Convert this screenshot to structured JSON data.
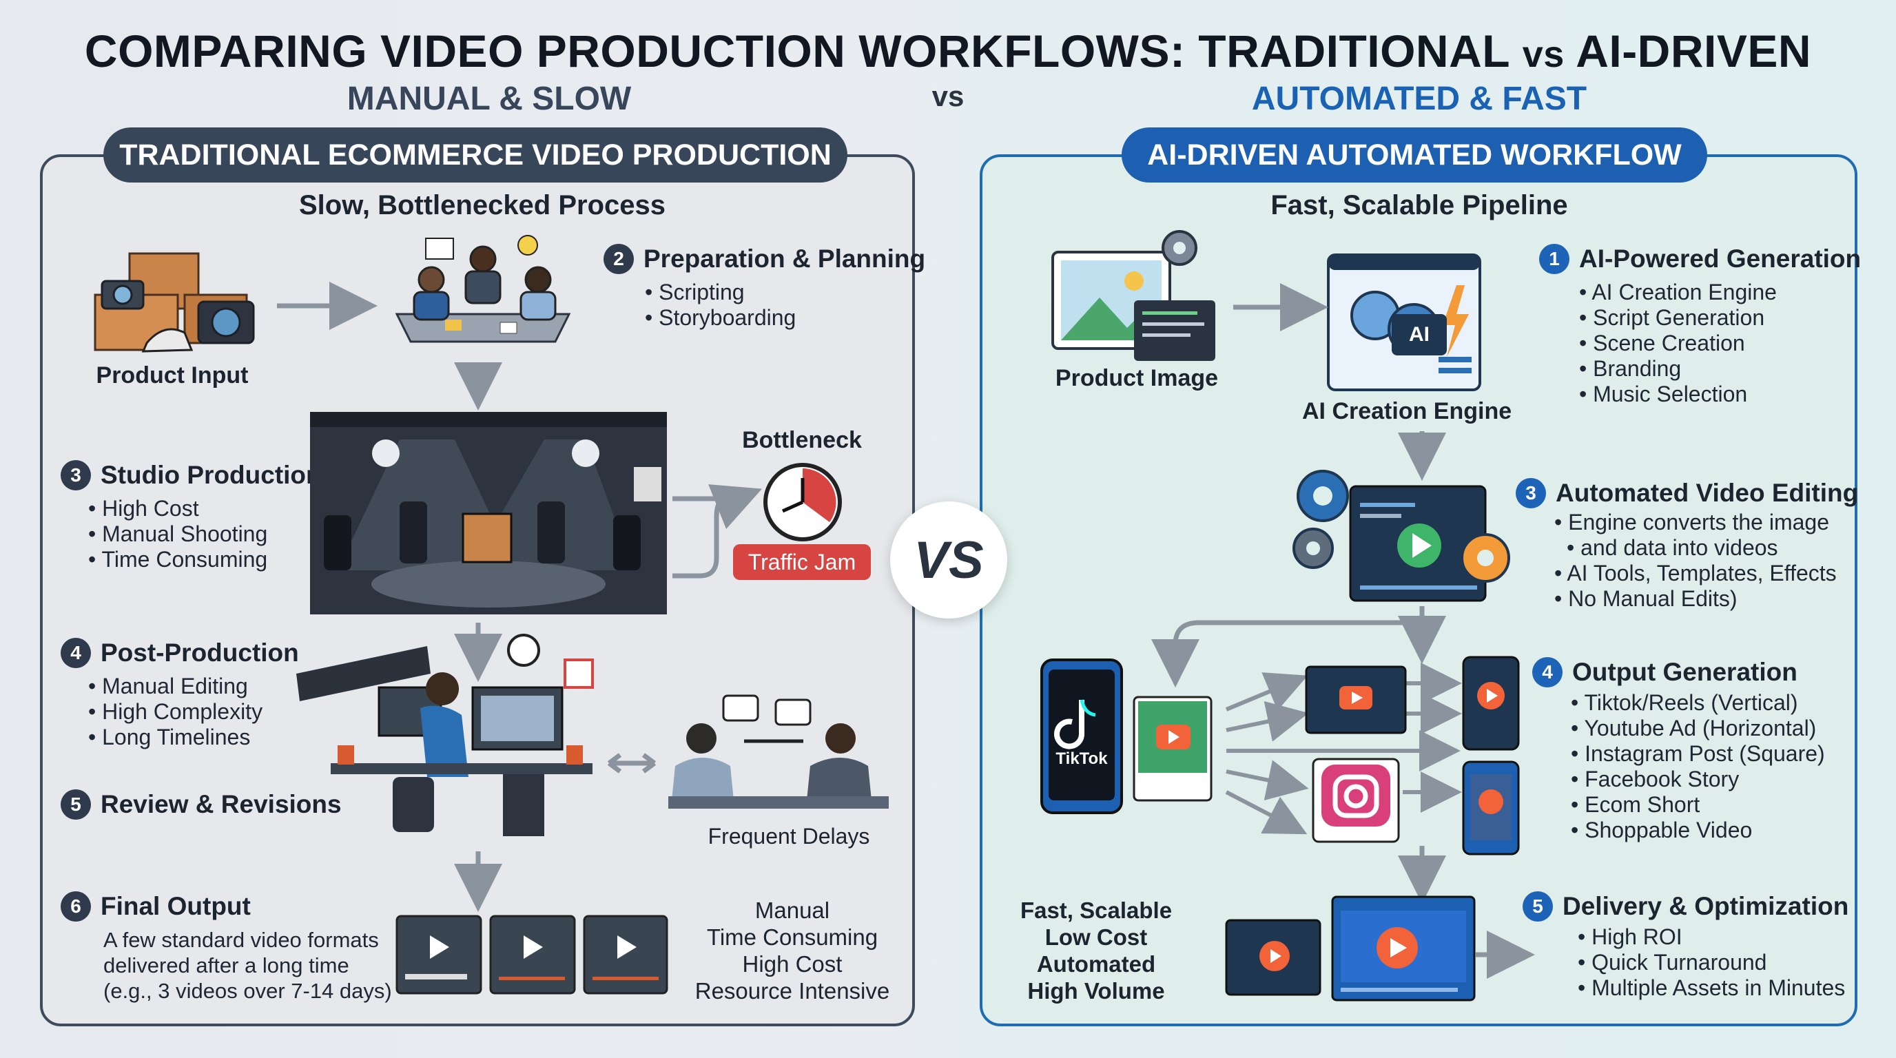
{
  "header": {
    "title_a": "COMPARING VIDEO PRODUCTION WORKFLOWS: TRADITIONAL",
    "title_vs": "vs",
    "title_b": "AI-DRIVEN",
    "left_subhead": "MANUAL & SLOW",
    "center_vs": "vs",
    "right_subhead": "AUTOMATED & FAST",
    "vs_badge": "VS"
  },
  "colors": {
    "left_accent": "#374659",
    "right_accent": "#1d5fb0",
    "bottleneck_red": "#d64541"
  },
  "traditional": {
    "pill": "TRADITIONAL ECOMMERCE VIDEO PRODUCTION",
    "subtitle": "Slow, Bottlenecked Process",
    "product_input": "Product Input",
    "step2": {
      "num": "2",
      "title": "Preparation & Planning",
      "bullets": [
        "Scripting",
        "Storyboarding"
      ]
    },
    "step3": {
      "num": "3",
      "title": "Studio Production",
      "bullets": [
        "High Cost",
        "Manual Shooting",
        "Time Consuming"
      ]
    },
    "bottleneck": "Bottleneck",
    "traffic_jam": "Traffic Jam",
    "step4": {
      "num": "4",
      "title": "Post-Production",
      "bullets": [
        "Manual Editing",
        "High Complexity",
        "Long Timelines"
      ]
    },
    "step5": {
      "num": "5",
      "title": "Review & Revisions"
    },
    "frequent_delays": "Frequent Delays",
    "step6": {
      "num": "6",
      "title": "Final Output",
      "lines": [
        "A few standard video formats",
        "delivered after a long time",
        "(e.g., 3 videos over 7-14 days)"
      ]
    },
    "summary": [
      "Manual",
      "Time Consuming",
      "High Cost",
      "Resource Intensive"
    ]
  },
  "ai": {
    "pill": "AI-DRIVEN AUTOMATED WORKFLOW",
    "subtitle": "Fast, Scalable Pipeline",
    "product_image": "Product Image",
    "engine_label": "AI Creation Engine",
    "engine_chip": "AI",
    "step1": {
      "num": "1",
      "title": "AI-Powered Generation",
      "bullets": [
        "AI Creation Engine",
        "Script Generation",
        "Scene Creation",
        "Branding",
        "Music Selection"
      ]
    },
    "step3": {
      "num": "3",
      "title": "Automated Video Editing",
      "bullets": [
        "Engine converts the image",
        "and data into videos",
        "AI Tools, Templates, Effects",
        "No Manual Edits)"
      ]
    },
    "step4": {
      "num": "4",
      "title": "Output Generation",
      "bullets": [
        "Tiktok/Reels (Vertical)",
        "Youtube Ad (Horizontal)",
        "Instagram Post (Square)",
        "Facebook Story",
        "Ecom Short",
        "Shoppable Video"
      ]
    },
    "tiktok_label": "TikTok",
    "summary": [
      "Fast, Scalable",
      "Low Cost",
      "Automated",
      "High Volume"
    ],
    "step5": {
      "num": "5",
      "title": "Delivery & Optimization",
      "bullets": [
        "High ROI",
        "Quick Turnaround",
        "Multiple Assets in Minutes"
      ]
    }
  }
}
